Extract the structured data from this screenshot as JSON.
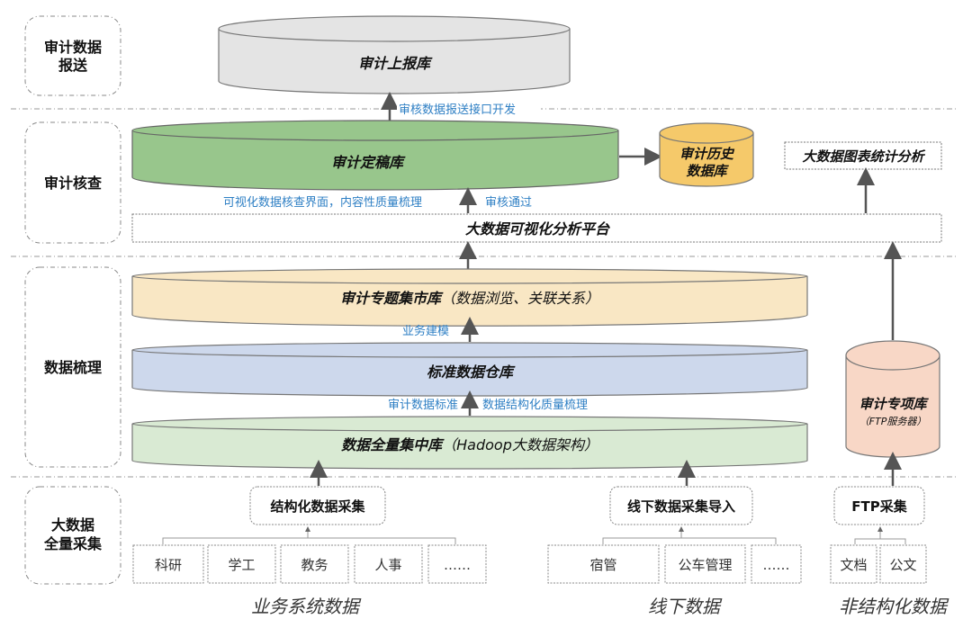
{
  "colors": {
    "report_db": "#e4e4e4",
    "final_db": "#98c68c",
    "history_db": "#f5c96a",
    "topic_mart": "#f9e7c4",
    "std_warehouse": "#cdd8ec",
    "full_db": "#d9ead3",
    "special_db": "#f8d7c6",
    "annotation_text": "#2e7fc4",
    "arrow": "#555555"
  },
  "layers": [
    {
      "id": "report",
      "label_line1": "审计数据",
      "label_line2": "报送"
    },
    {
      "id": "check",
      "label": "审计核查"
    },
    {
      "id": "combing",
      "label": "数据梳理"
    },
    {
      "id": "collect",
      "label_line1": "大数据",
      "label_line2": "全量采集"
    }
  ],
  "databases": {
    "report": "审计上报库",
    "final": "审计定稿库",
    "history_line1": "审计历史",
    "history_line2": "数据库",
    "topic_mart_bold": "审计专题集市库",
    "topic_mart_note": "（数据浏览、关联关系）",
    "std_warehouse": "标准数据仓库",
    "full_bold": "数据全量集中库",
    "full_note": "（Hadoop大数据架构）",
    "special_line1": "审计专项库",
    "special_line2": "（FTP服务器）"
  },
  "platform": {
    "visual_platform": "大数据可视化分析平台",
    "chart_analysis": "大数据图表统计分析"
  },
  "annotations": {
    "report_interface": "审核数据报送接口开发",
    "visual_check": "可视化数据核查界面，内容性质量梳理",
    "audit_pass": "审核通过",
    "biz_modeling": "业务建模",
    "audit_std": "审计数据标准",
    "struct_quality": "数据结构化质量梳理"
  },
  "collectors": {
    "structured": "结构化数据采集",
    "offline": "线下数据采集导入",
    "ftp": "FTP采集"
  },
  "sources": {
    "business": [
      "科研",
      "学工",
      "教务",
      "人事",
      "……"
    ],
    "offline": [
      "宿管",
      "公车管理",
      "……"
    ],
    "unstructured": [
      "文档",
      "公文"
    ]
  },
  "groups": {
    "business": "业务系统数据",
    "offline": "线下数据",
    "unstructured": "非结构化数据"
  }
}
